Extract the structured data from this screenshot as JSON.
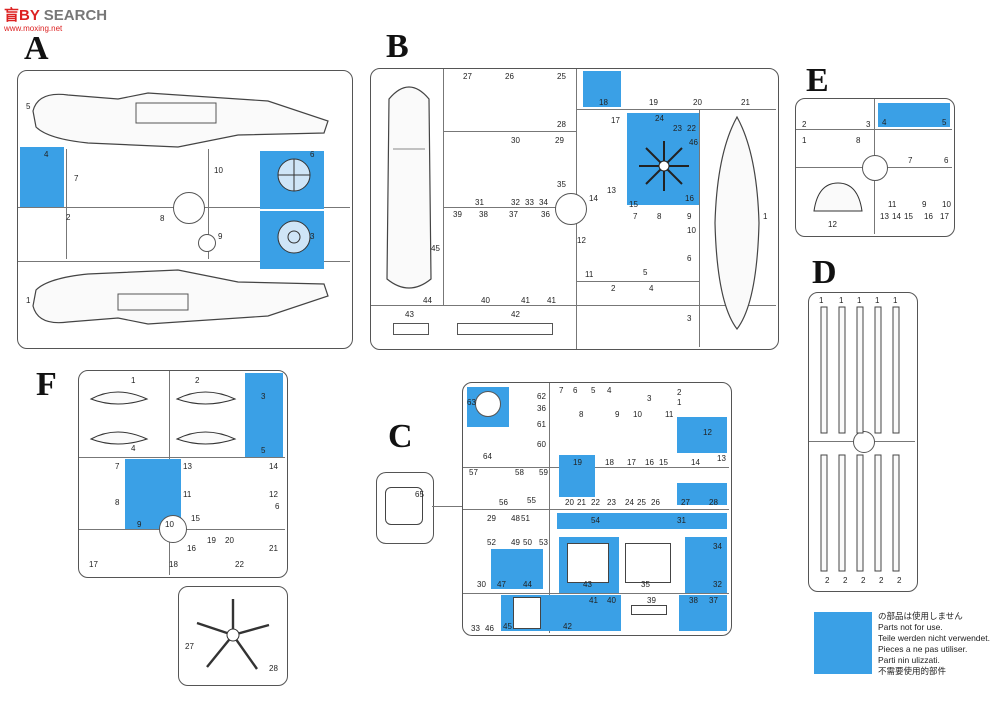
{
  "watermark": {
    "brand": "盲",
    "brand_tail": "BY",
    "word": "SEARCH",
    "url": "www.moxing.net"
  },
  "sprues": {
    "A": {
      "letter": "A",
      "numbers": [
        "5",
        "4",
        "7",
        "10",
        "6",
        "8",
        "2",
        "9",
        "3",
        "1"
      ]
    },
    "B": {
      "letter": "B",
      "numbers": [
        "27",
        "26",
        "25",
        "18",
        "19",
        "20",
        "21",
        "28",
        "30",
        "29",
        "17",
        "24",
        "23",
        "22",
        "46",
        "31",
        "32",
        "33",
        "34",
        "35",
        "14",
        "13",
        "15",
        "16",
        "39",
        "38",
        "37",
        "36",
        "7",
        "8",
        "9",
        "10",
        "12",
        "6",
        "11",
        "5",
        "45",
        "40",
        "41",
        "41",
        "2",
        "4",
        "3",
        "44",
        "43",
        "42",
        "1"
      ]
    },
    "E": {
      "letter": "E",
      "numbers": [
        "2",
        "3",
        "4",
        "5",
        "1",
        "8",
        "7",
        "6",
        "12",
        "11",
        "9",
        "10",
        "13",
        "14",
        "15",
        "16",
        "17"
      ]
    },
    "D": {
      "letter": "D",
      "numbers": [
        "1",
        "1",
        "1",
        "1",
        "1",
        "2",
        "2",
        "2",
        "2",
        "2"
      ]
    },
    "F": {
      "letter": "F",
      "numbers": [
        "1",
        "2",
        "3",
        "4",
        "5",
        "7",
        "8",
        "9",
        "10",
        "13",
        "14",
        "11",
        "12",
        "15",
        "16",
        "17",
        "18",
        "19",
        "20",
        "21",
        "22",
        "6",
        "27",
        "28"
      ]
    },
    "C": {
      "letter": "C",
      "numbers": [
        "63",
        "62",
        "61",
        "60",
        "7",
        "6",
        "5",
        "4",
        "3",
        "2",
        "1",
        "8",
        "9",
        "10",
        "11",
        "12",
        "13",
        "64",
        "57",
        "58",
        "59",
        "56",
        "55",
        "19",
        "18",
        "17",
        "16",
        "15",
        "14",
        "20",
        "21",
        "22",
        "23",
        "24",
        "25",
        "26",
        "27",
        "28",
        "29",
        "48",
        "51",
        "52",
        "49",
        "50",
        "53",
        "54",
        "31",
        "30",
        "47",
        "44",
        "43",
        "35",
        "34",
        "32",
        "33",
        "46",
        "45",
        "42",
        "41",
        "40",
        "39",
        "38",
        "37",
        "36",
        "65"
      ]
    }
  },
  "legend": {
    "lines": [
      "の部品は使用しません",
      "Parts not for use.",
      "Teile werden nicht verwendet.",
      "Pieces a ne pas utiliser.",
      "Parti nin ulizzati.",
      "不需要使用的部件"
    ],
    "swatch_color": "#3aa0e6"
  }
}
